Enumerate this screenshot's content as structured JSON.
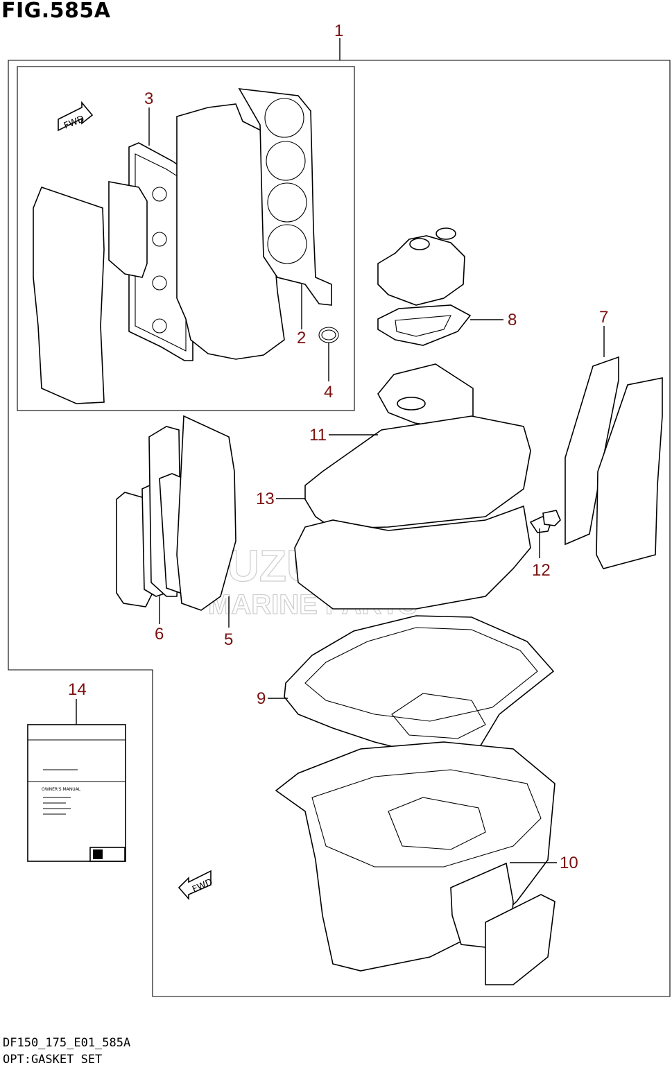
{
  "figure": {
    "title": "FIG.585A",
    "model_code": "DF150_175_E01_585A",
    "caption": "OPT:GASKET SET"
  },
  "callouts": [
    {
      "id": "1",
      "label": "1"
    },
    {
      "id": "2",
      "label": "2"
    },
    {
      "id": "3",
      "label": "3"
    },
    {
      "id": "4",
      "label": "4"
    },
    {
      "id": "5",
      "label": "5"
    },
    {
      "id": "6",
      "label": "6"
    },
    {
      "id": "7",
      "label": "7"
    },
    {
      "id": "8",
      "label": "8"
    },
    {
      "id": "9",
      "label": "9"
    },
    {
      "id": "10",
      "label": "10"
    },
    {
      "id": "11",
      "label": "11"
    },
    {
      "id": "12",
      "label": "12"
    },
    {
      "id": "13",
      "label": "13"
    },
    {
      "id": "14",
      "label": "14"
    }
  ],
  "fwd_markers": [
    "FWD",
    "FWD"
  ],
  "owners_manual": {
    "label": "OWNER'S MANUAL"
  },
  "watermark": {
    "line1": "SUZUKI",
    "line2": "MARINE PARTS"
  },
  "colors": {
    "callout": "#7a1010",
    "line": "#000000",
    "watermark": "#cfcfcf"
  }
}
